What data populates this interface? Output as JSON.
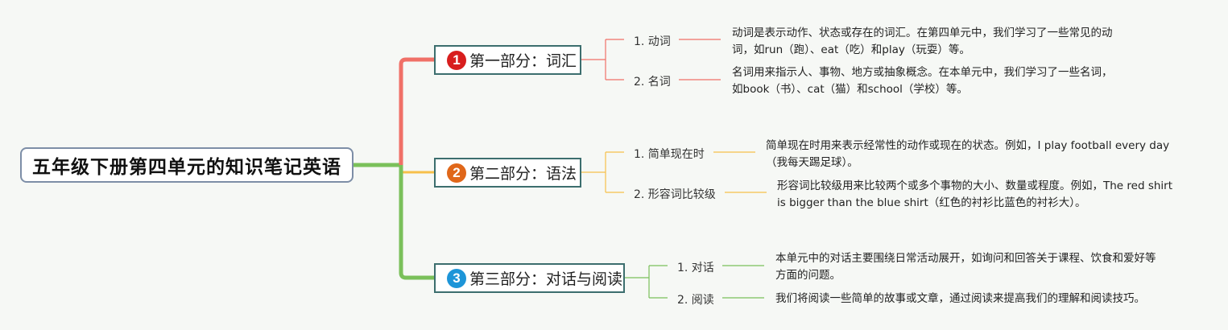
{
  "root": {
    "title": "五年级下册第四单元的知识笔记英语"
  },
  "colors": {
    "branch1": "#f07067",
    "branch2": "#f7c04a",
    "branch3": "#7ac05a",
    "badge1": "#d81e1e",
    "badge2": "#e0671a",
    "badge3": "#1d95d8"
  },
  "branches": [
    {
      "badge": "1",
      "label": "第一部分：词汇",
      "items": [
        {
          "label": "1. 动词",
          "desc_lines": [
            "动词是表示动作、状态或存在的词汇。在第四单元中，我们学习了一些常见的动",
            "词，如run（跑）、eat（吃）和play（玩耍）等。"
          ]
        },
        {
          "label": "2. 名词",
          "desc_lines": [
            "名词用来指示人、事物、地方或抽象概念。在本单元中，我们学习了一些名词，",
            "如book（书）、cat（猫）和school（学校）等。"
          ]
        }
      ]
    },
    {
      "badge": "2",
      "label": "第二部分：语法",
      "items": [
        {
          "label": "1. 简单现在时",
          "desc_lines": [
            "简单现在时用来表示经常性的动作或现在的状态。例如，I play football every day",
            "（我每天踢足球）。"
          ]
        },
        {
          "label": "2. 形容词比较级",
          "desc_lines": [
            "形容词比较级用来比较两个或多个事物的大小、数量或程度。例如，The red shirt",
            "is bigger than the blue shirt（红色的衬衫比蓝色的衬衫大）。"
          ]
        }
      ]
    },
    {
      "badge": "3",
      "label": "第三部分：对话与阅读",
      "items": [
        {
          "label": "1. 对话",
          "desc_lines": [
            "本单元中的对话主要围绕日常活动展开，如询问和回答关于课程、饮食和爱好等",
            "方面的问题。"
          ]
        },
        {
          "label": "2. 阅读",
          "desc_lines": [
            "我们将阅读一些简单的故事或文章，通过阅读来提高我们的理解和阅读技巧。"
          ]
        }
      ]
    }
  ]
}
